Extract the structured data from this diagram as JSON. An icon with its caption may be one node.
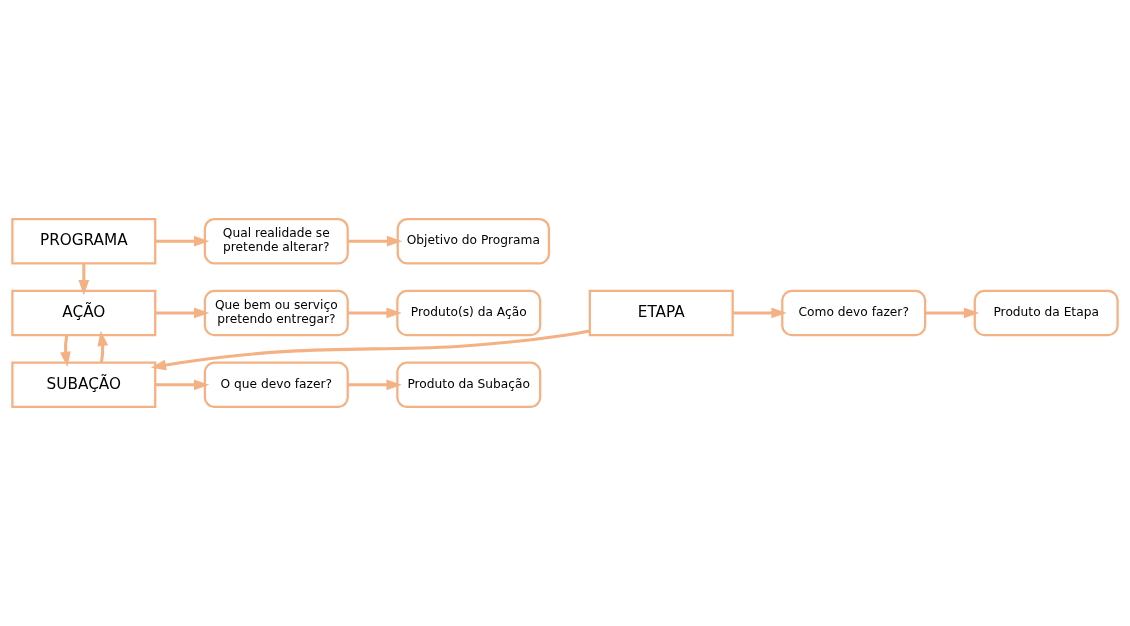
{
  "diagram": {
    "nodes": [
      {
        "text": [
          "PROGRAMA"
        ]
      },
      {
        "text": [
          "Qual realidade se pretende alterar?"
        ]
      },
      {
        "text": [
          "Objetivo do Programa"
        ]
      },
      {
        "text": [
          "AÇÃO"
        ]
      },
      {
        "text": [
          "Que bem ou serviço pretendo entregar?"
        ]
      },
      {
        "text": [
          "Produto(s) da Ação"
        ]
      },
      {
        "text": [
          "SUBAÇÃO"
        ]
      },
      {
        "text": [
          "O que devo fazer?"
        ]
      },
      {
        "text": [
          "Produto da Subação"
        ]
      },
      {
        "text": [
          "ETAPA"
        ]
      },
      {
        "text": [
          "Como devo fazer?"
        ]
      },
      {
        "text": [
          "Produto da Etapa"
        ]
      }
    ],
    "edges": [
      {
        "from": 0,
        "to": 1,
        "arrow": "to"
      },
      {
        "from": 1,
        "to": 2,
        "arrow": "to"
      },
      {
        "from": 0,
        "to": 3,
        "arrow": "to"
      },
      {
        "from": 3,
        "to": 4,
        "arrow": "to"
      },
      {
        "from": 4,
        "to": 5,
        "arrow": "to"
      },
      {
        "from": 6,
        "to": 3,
        "arrow": "to"
      },
      {
        "from": 3,
        "to": 6,
        "arrow": "to"
      },
      {
        "from": 6,
        "to": 7,
        "arrow": "to"
      },
      {
        "from": 7,
        "to": 8,
        "arrow": "to"
      },
      {
        "from": 9,
        "to": 6,
        "arrow": "to"
      },
      {
        "from": 9,
        "to": 10,
        "arrow": "to"
      },
      {
        "from": 10,
        "to": 11,
        "arrow": "to"
      }
    ]
  }
}
